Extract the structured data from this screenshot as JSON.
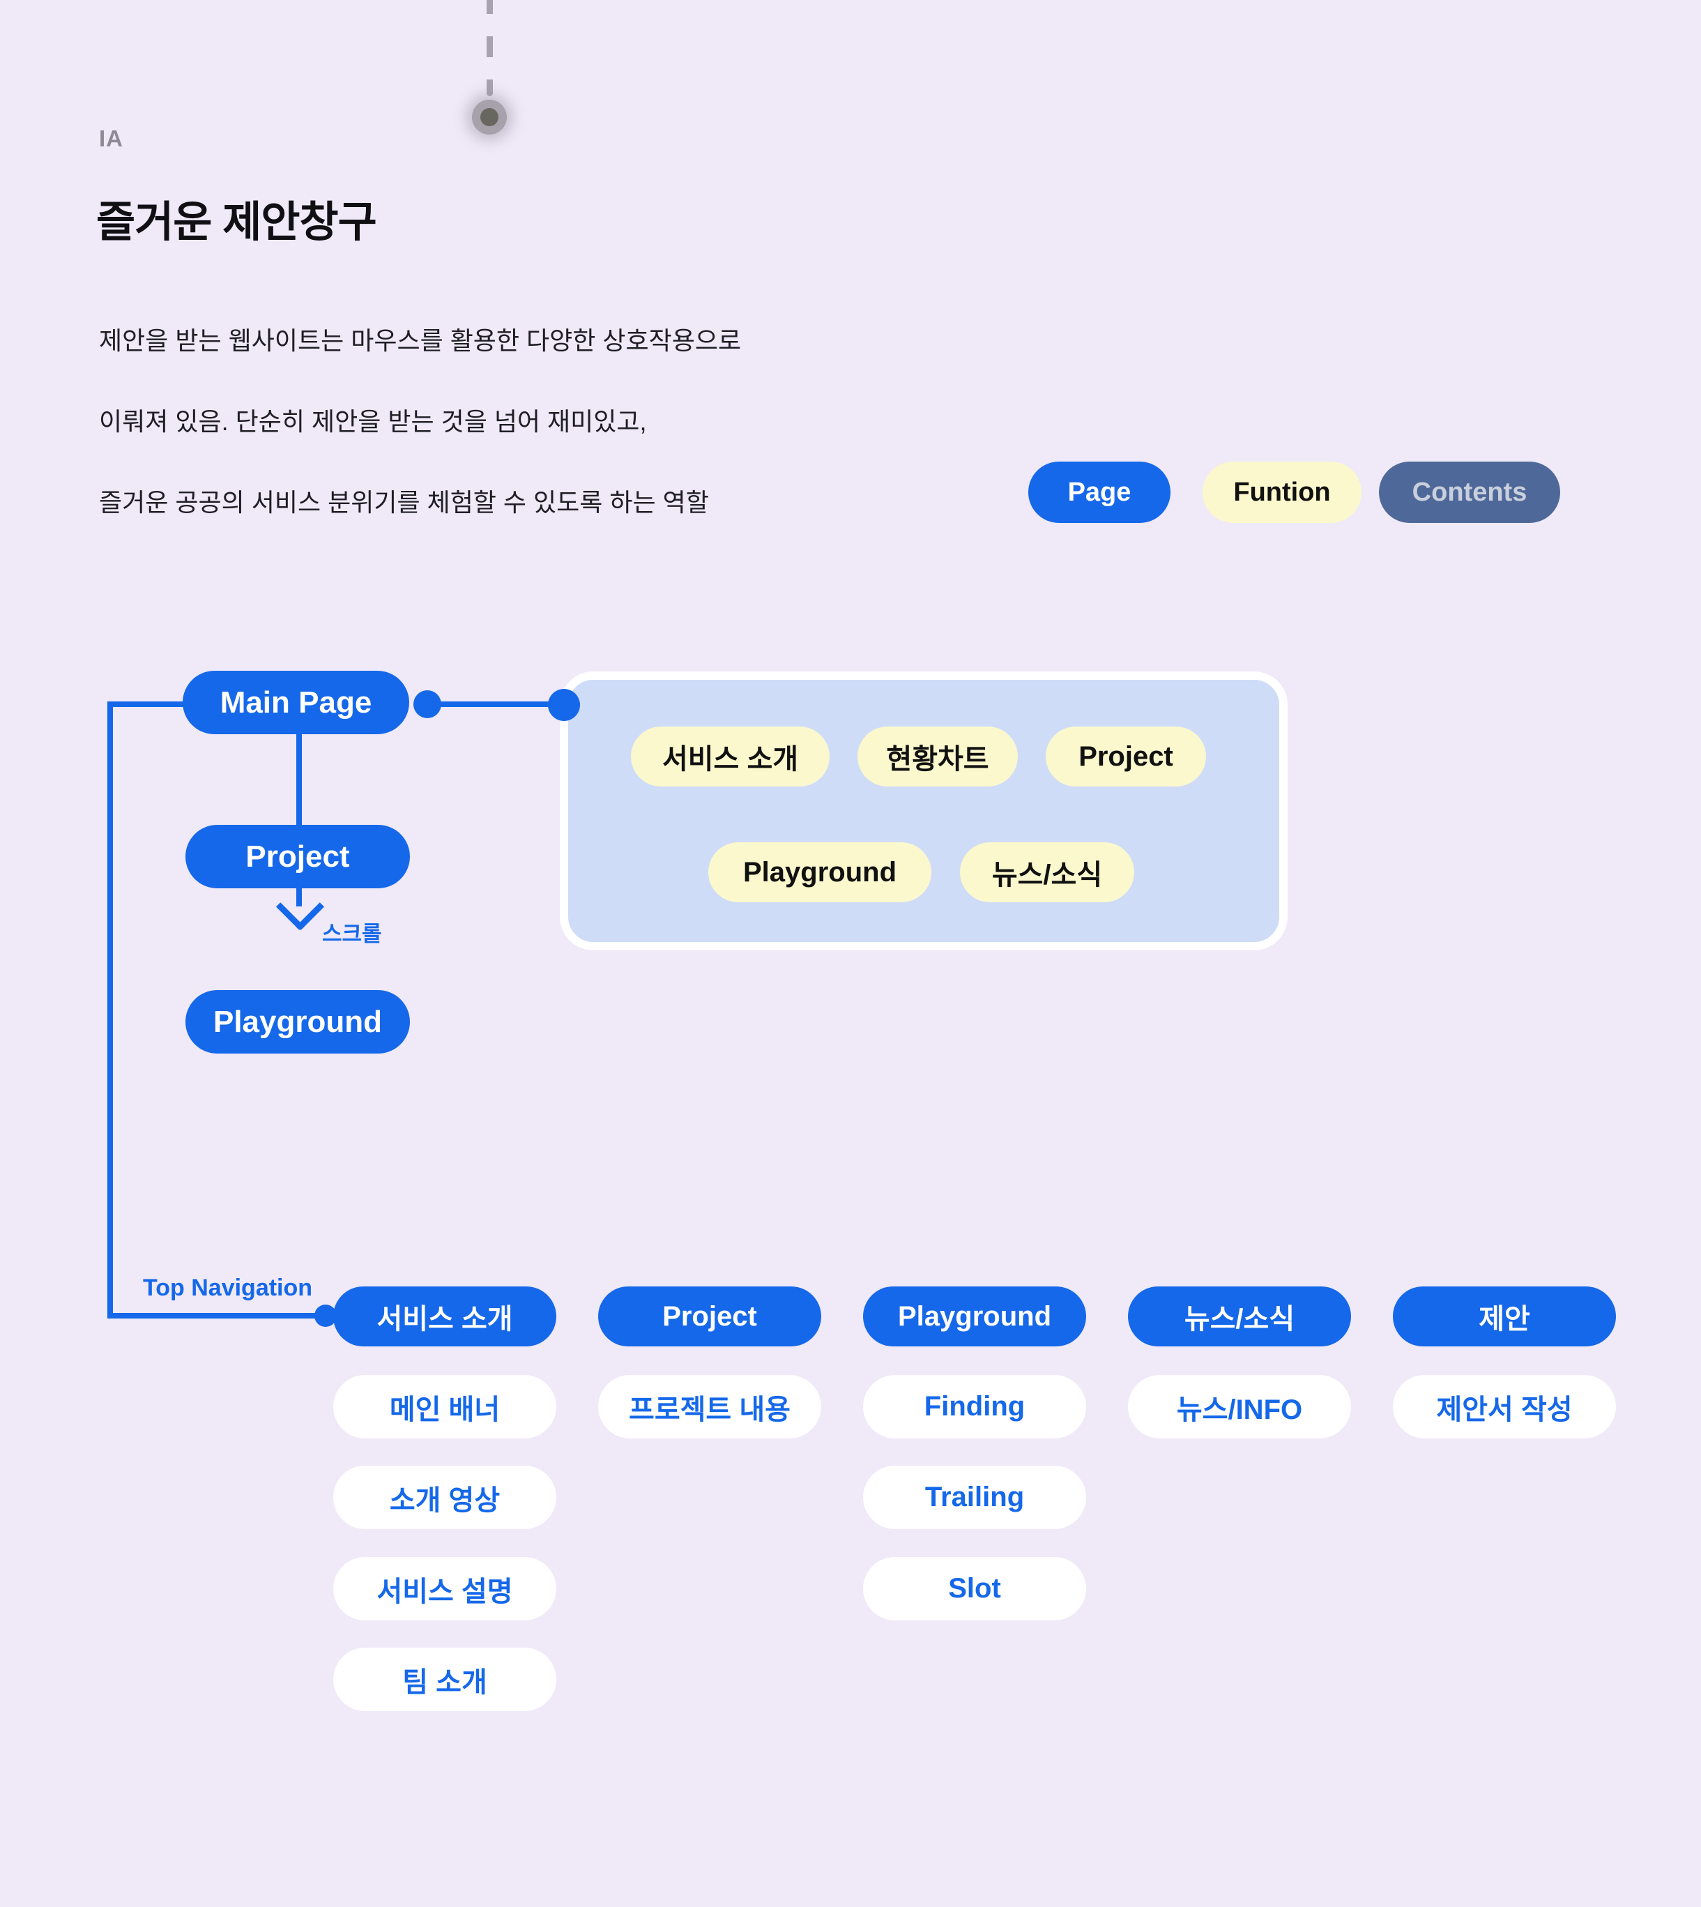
{
  "colors": {
    "background": "#EFE9F8",
    "primary_blue": "#1568E9",
    "function_yellow": "#FBF8CD",
    "contents_slate": "#4E6999",
    "container_fill": "#CFDCF8",
    "white_pill": "#FFFFFF"
  },
  "header": {
    "eyebrow": "IA",
    "title": "즐거운 제안창구",
    "description": [
      "제안을 받는 웹사이트는 마우스를 활용한 다양한 상호작용으로",
      "이뤄져 있음. 단순히 제안을 받는 것을 넘어 재미있고,",
      "즐거운 공공의 서비스 분위기를 체험할 수 있도록 하는 역할"
    ]
  },
  "legend": {
    "page": "Page",
    "function": "Funtion",
    "contents": "Contents"
  },
  "flow": {
    "nodes": {
      "main_page": "Main Page",
      "project": "Project",
      "playground": "Playground"
    },
    "scroll_label": "스크롤",
    "top_navigation_label": "Top Navigation",
    "main_contents_rows": [
      [
        "서비스 소개",
        "현황차트",
        "Project"
      ],
      [
        "Playground",
        "뉴스/소식"
      ]
    ],
    "nav_columns": [
      {
        "page": "서비스 소개",
        "contents": [
          "메인 배너",
          "소개 영상",
          "서비스 설명",
          "팀 소개"
        ]
      },
      {
        "page": "Project",
        "contents": [
          "프로젝트 내용"
        ]
      },
      {
        "page": "Playground",
        "contents": [
          "Finding",
          "Trailing",
          "Slot"
        ]
      },
      {
        "page": "뉴스/소식",
        "contents": [
          "뉴스/INFO"
        ]
      },
      {
        "page": "제안",
        "contents": [
          "제안서 작성"
        ]
      }
    ]
  }
}
